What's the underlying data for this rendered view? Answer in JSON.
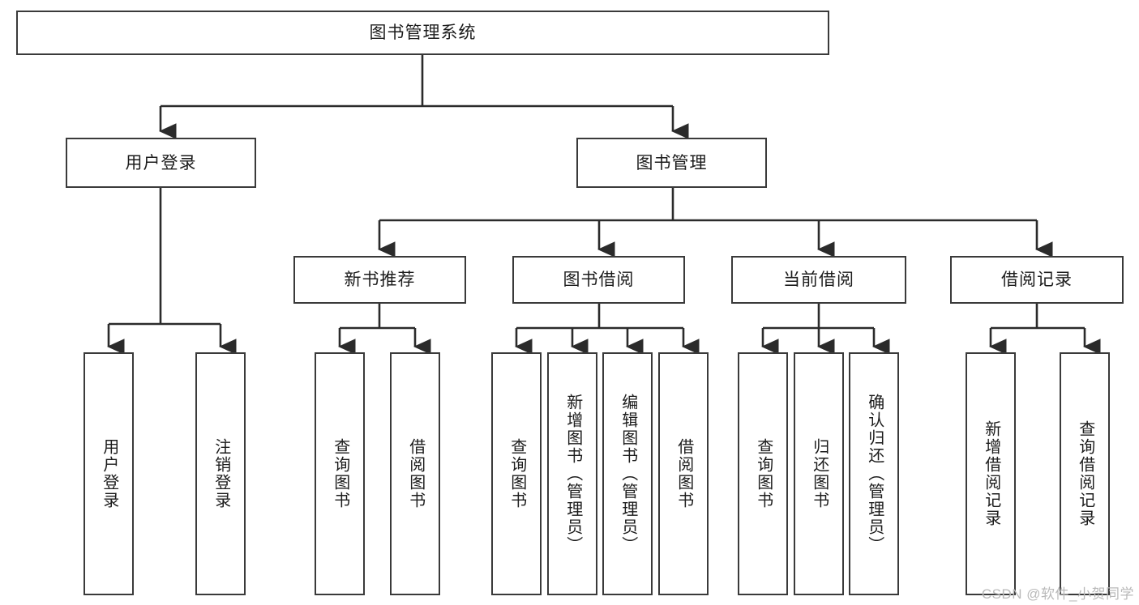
{
  "diagram": {
    "title": "图书管理系统",
    "type": "tree",
    "root": {
      "label": "图书管理系统"
    },
    "level2": [
      {
        "label": "用户登录"
      },
      {
        "label": "图书管理"
      }
    ],
    "level3": [
      {
        "label": "新书推荐"
      },
      {
        "label": "图书借阅"
      },
      {
        "label": "当前借阅"
      },
      {
        "label": "借阅记录"
      }
    ],
    "leaves": {
      "user_login": [
        {
          "label": "用户登录"
        },
        {
          "label": "注销登录"
        }
      ],
      "new_book_recommend": [
        {
          "label": "查询图书"
        },
        {
          "label": "借阅图书"
        }
      ],
      "book_borrow": [
        {
          "label": "查询图书"
        },
        {
          "label": "新增图书（管理员）"
        },
        {
          "label": "编辑图书（管理员）"
        },
        {
          "label": "借阅图书"
        }
      ],
      "current_borrow": [
        {
          "label": "查询图书"
        },
        {
          "label": "归还图书"
        },
        {
          "label": "确认归还（管理员）"
        }
      ],
      "borrow_record": [
        {
          "label": "新增借阅记录"
        },
        {
          "label": "查询借阅记录"
        }
      ]
    }
  },
  "watermark": {
    "text": "CSDN @软件_小贺同学"
  },
  "colors": {
    "background": "#ffffff",
    "border": "#3a3a3a",
    "text": "#1c1c1c",
    "connector": "#2b2b2b",
    "watermark": "#b9b9b9"
  }
}
